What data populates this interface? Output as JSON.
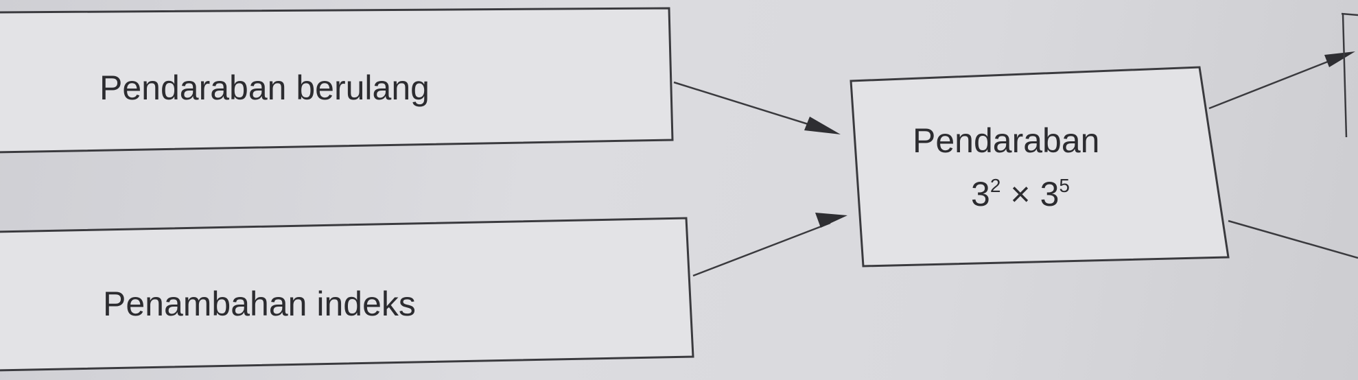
{
  "boxes": {
    "repeated_multiplication": {
      "label": "Pendaraban berulang"
    },
    "index_addition": {
      "label": "Penambahan indeks"
    },
    "multiplication": {
      "label": "Pendaraban",
      "expression": {
        "base1": "3",
        "exp1": "2",
        "operator": "×",
        "base2": "3",
        "exp2": "5"
      }
    }
  }
}
